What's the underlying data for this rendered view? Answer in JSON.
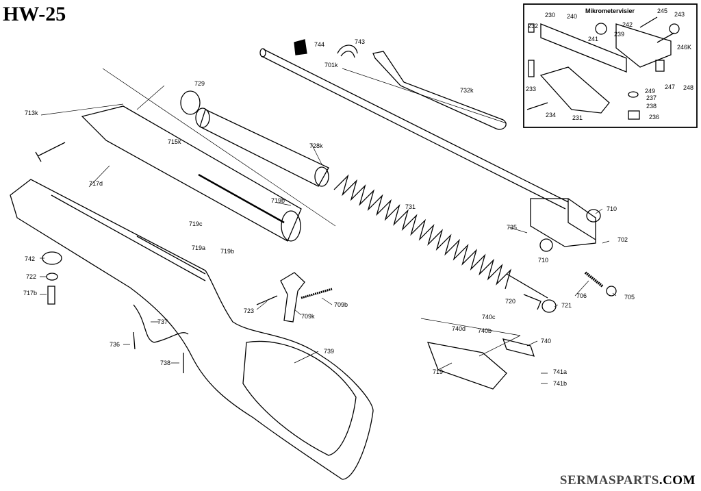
{
  "title": "HW-25",
  "watermark": {
    "name": "SERMASPARTS",
    "suffix": ".COM"
  },
  "inset": {
    "title": "Mikrometervisier",
    "parts": [
      "230",
      "240",
      "245",
      "243",
      "232",
      "241",
      "239",
      "242",
      "246K",
      "233",
      "249",
      "247",
      "248",
      "237",
      "238",
      "234",
      "231",
      "236"
    ]
  },
  "parts": [
    "713k",
    "729",
    "744",
    "743",
    "701k",
    "732k",
    "715k",
    "728k",
    "717d",
    "731",
    "719b",
    "719c",
    "719a",
    "719b",
    "710",
    "735",
    "702",
    "710",
    "742",
    "722",
    "717b",
    "723",
    "709b",
    "709k",
    "720",
    "706",
    "721",
    "705",
    "740c",
    "740d",
    "740b",
    "740",
    "737",
    "736",
    "738",
    "739",
    "719",
    "741a",
    "741b"
  ]
}
